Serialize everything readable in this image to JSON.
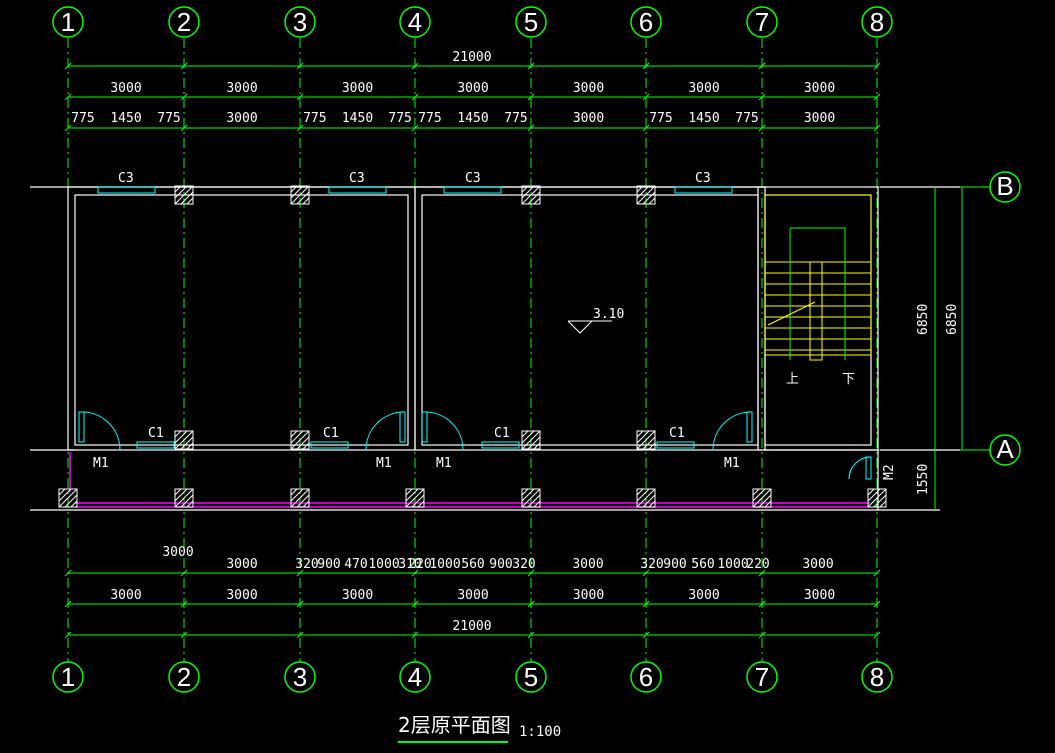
{
  "title": "2层原平面图",
  "scale": "1:100",
  "axes_x": [
    "1",
    "2",
    "3",
    "4",
    "5",
    "6",
    "7",
    "8"
  ],
  "axes_y": [
    "B",
    "A"
  ],
  "dim_top": {
    "total": "21000",
    "bays": [
      "3000",
      "3000",
      "3000",
      "3000",
      "3000",
      "3000",
      "3000"
    ],
    "windows": [
      [
        "775",
        "1450",
        "775"
      ],
      [
        "3000"
      ],
      [
        "775",
        "1450",
        "775"
      ],
      [
        "775",
        "1450",
        "775"
      ],
      [
        "3000"
      ],
      [
        "775",
        "1450",
        "775"
      ],
      [
        "3000"
      ]
    ]
  },
  "dim_bottom": {
    "row1": [
      "3000",
      "3000",
      "320",
      "900",
      "470",
      "1000",
      "310",
      "220",
      "1000",
      "560",
      "900",
      "320",
      "3000",
      "320",
      "900",
      "560",
      "1000",
      "220",
      "3000"
    ],
    "bays": [
      "3000",
      "3000",
      "3000",
      "3000",
      "3000",
      "3000",
      "3000"
    ],
    "total": "21000"
  },
  "dim_right": {
    "d1": "6850",
    "d2": "6850",
    "d3": "1550"
  },
  "labels": {
    "c3": "C3",
    "c1": "C1",
    "m1": "M1",
    "m2": "M2",
    "elevation": "3.10",
    "up": "上",
    "down": "下"
  },
  "colors": {
    "axis": "#00ff00",
    "wall": "#ffffff",
    "window": "#00ffff",
    "stair": "#ffff00",
    "railing": "#ff00ff",
    "grid": "#ffffff"
  }
}
